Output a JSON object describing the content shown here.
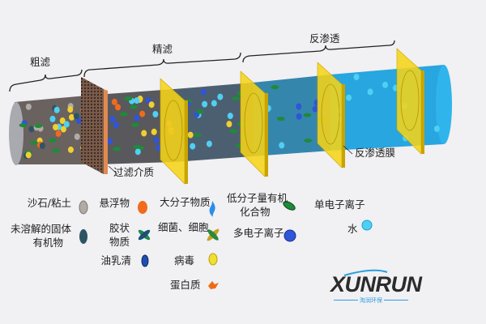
{
  "stages": {
    "coarse": "粗滤",
    "fine": "精滤",
    "ro": "反渗透"
  },
  "callouts": {
    "filter_medium": "过滤介质",
    "ro_membrane": "反渗透膜"
  },
  "legend": {
    "sand": "沙石/粘土",
    "undissolved_l1": "未溶解的固体",
    "undissolved_l2": "有机物",
    "suspended": "悬浮物",
    "colloid_l1": "胶状",
    "colloid_l2": "物质",
    "oil": "油乳清",
    "macromolecule": "大分子物质",
    "bacteria": "细菌、细胞",
    "virus": "病毒",
    "protein": "蛋白质",
    "low_mw_l1": "低分子量有机",
    "low_mw_l2": "化合物",
    "multi_ion": "多电子离子",
    "single_ion": "单电子离子",
    "water": "水"
  },
  "logo": {
    "name": "XUNRUN",
    "sub": "淘润环保"
  },
  "colors": {
    "membrane": "#f5d418",
    "water": "#29a9e3",
    "mesh": "#d88a55"
  }
}
